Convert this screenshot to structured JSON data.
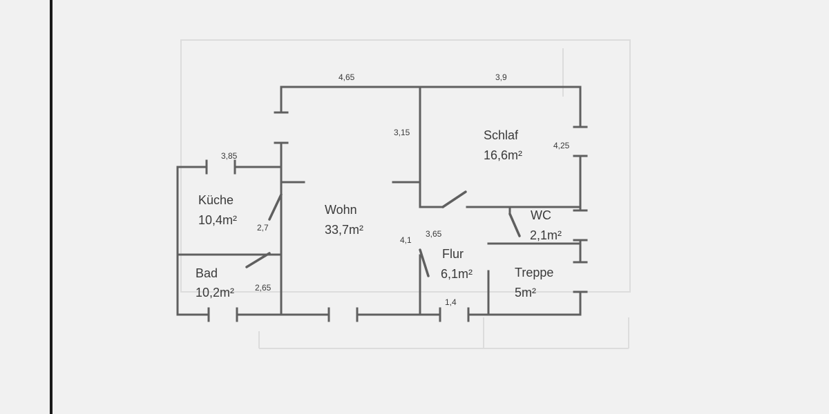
{
  "rooms": {
    "kueche": {
      "name": "Küche",
      "area": "10,4m²"
    },
    "wohn": {
      "name": "Wohn",
      "area": "33,7m²"
    },
    "schlaf": {
      "name": "Schlaf",
      "area": "16,6m²"
    },
    "bad": {
      "name": "Bad",
      "area": "10,2m²"
    },
    "flur": {
      "name": "Flur",
      "area": "6,1m²"
    },
    "wc": {
      "name": "WC",
      "area": "2,1m²"
    },
    "treppe": {
      "name": "Treppe",
      "area": "5m²"
    }
  },
  "dimensions": {
    "top_left": "4,65",
    "top_right": "3,9",
    "kueche_top": "3,85",
    "wohn_schlaf_wall": "3,15",
    "schlaf_right": "4,25",
    "kueche_right": "2,7",
    "bad_right": "2,65",
    "wohn_right": "4,1",
    "flur_left": "3,65",
    "flur_bottom": "1,4"
  },
  "colors": {
    "background": "#f1f1f1",
    "wall": "#5f5f5f",
    "text": "#3a3a3a"
  }
}
